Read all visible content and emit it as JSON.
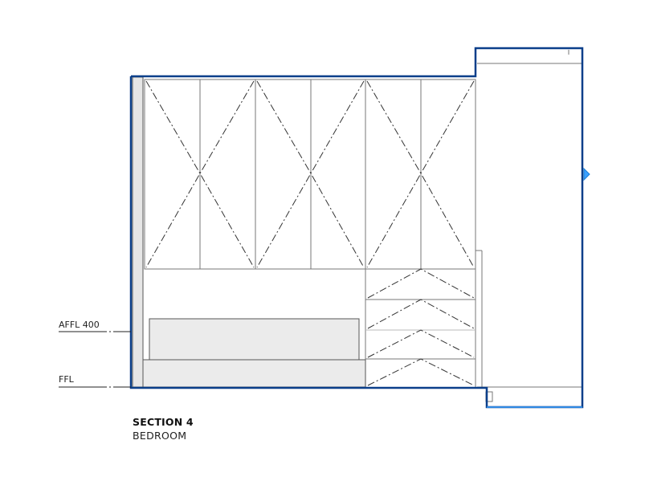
{
  "section": {
    "title": "SECTION 4",
    "subtitle": "BEDROOM"
  },
  "levels": {
    "affl": "AFFL 400",
    "ffl": "FFL"
  },
  "colors": {
    "selection_outline": "#0b3f8a",
    "selection_handle": "#3aa0ff",
    "linework": "#333333",
    "fill_grey": "#e8e8e8"
  }
}
